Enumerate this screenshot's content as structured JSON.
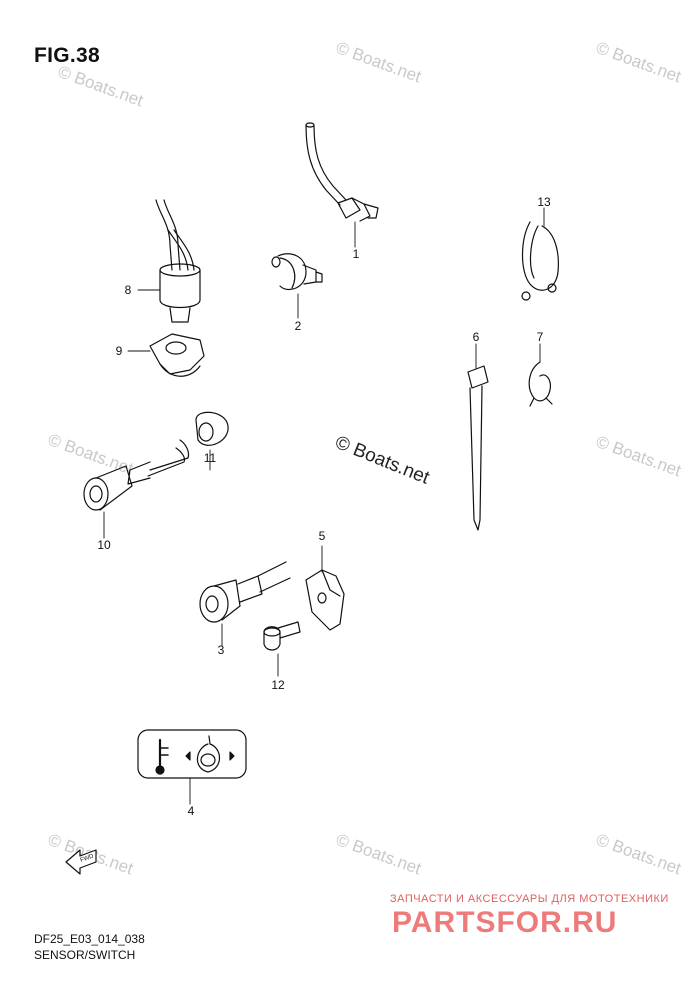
{
  "figure": {
    "title": "FIG.38"
  },
  "callouts": {
    "c1": "1",
    "c2": "2",
    "c3": "3",
    "c4": "4",
    "c5": "5",
    "c6": "6",
    "c7": "7",
    "c8": "8",
    "c9": "9",
    "c10": "10",
    "c11": "11",
    "c12": "12",
    "c13": "13"
  },
  "watermark": {
    "small": "© Boats.net",
    "center": "© Boats.net"
  },
  "footer": {
    "code": "DF25_E03_014_038",
    "name": "SENSOR/SWITCH"
  },
  "brand": {
    "tagline": "ЗАПЧАСТИ И АКСЕССУАРЫ ДЛЯ МОТОТЕХНИКИ",
    "logo": "PARTSFOR.RU"
  },
  "icons": {
    "fwd_arrow": "FWD"
  }
}
